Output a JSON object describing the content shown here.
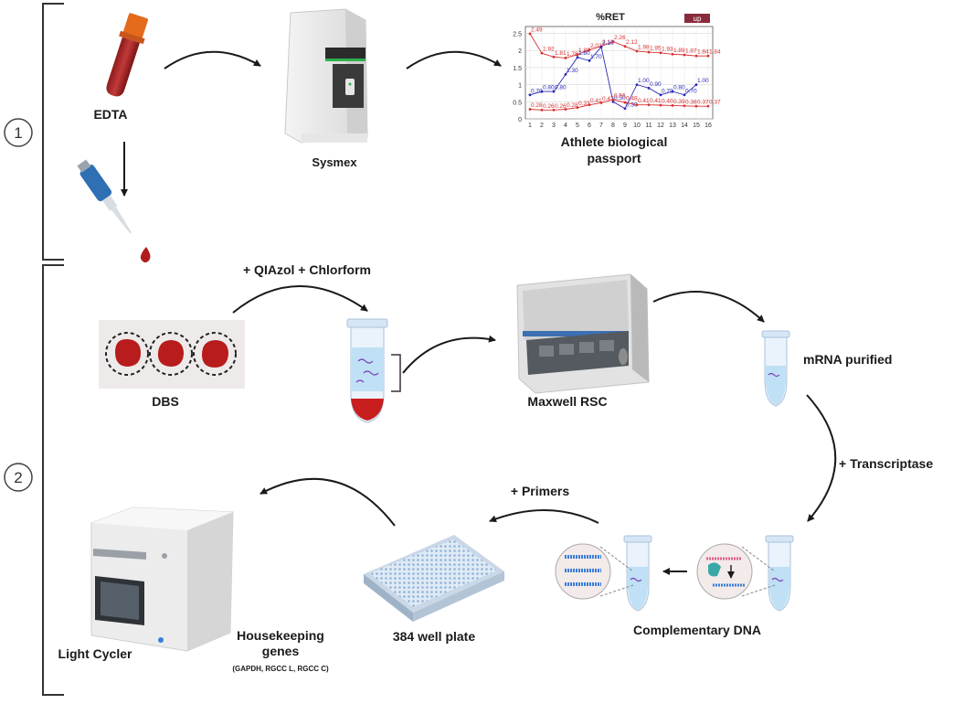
{
  "sections": {
    "one": "1",
    "two": "2"
  },
  "labels": {
    "edta": "EDTA",
    "sysmex": "Sysmex",
    "abp_line1": "Athlete biological",
    "abp_line2": "passport",
    "qiazol": "+ QIAzol + Chlorform",
    "dbs": "DBS",
    "maxwell": "Maxwell RSC",
    "mrna": "mRNA purified",
    "transcriptase": "+ Transcriptase",
    "primers": "+ Primers",
    "cdna": "Complementary DNA",
    "plate": "384 well plate",
    "hk_line1": "Housekeeping",
    "hk_line2": "genes",
    "hk_genes": "(GAPDH, RGCC L, RGCC C)",
    "lightcycler": "Light Cycler"
  },
  "chart_data": {
    "type": "line",
    "title": "%RET",
    "badge": "up",
    "x": [
      1,
      2,
      3,
      4,
      5,
      6,
      7,
      8,
      9,
      10,
      11,
      12,
      13,
      14,
      15,
      16
    ],
    "xticks": [
      "1",
      "2",
      "3",
      "4",
      "5",
      "6",
      "7",
      "8",
      "9",
      "10",
      "11",
      "12",
      "13",
      "14",
      "15",
      "16"
    ],
    "yticks": [
      "0",
      "0.5",
      "1",
      "1.5",
      "2",
      "2.5"
    ],
    "ylim": [
      0,
      2.7
    ],
    "grid": true,
    "series": [
      {
        "color": "#d93030",
        "values": [
          2.49,
          1.92,
          1.81,
          1.78,
          1.88,
          2.02,
          2.12,
          2.26,
          2.12,
          1.98,
          1.95,
          1.93,
          1.89,
          1.87,
          1.84,
          1.84
        ],
        "labels": [
          "2.49",
          "1.92",
          "1.81",
          "1.78",
          "1.88",
          "2.02",
          "2.12",
          "2.26",
          "2.12",
          "1.98",
          "1.95",
          "1.93",
          "1.89",
          "1.87",
          "1.84",
          "1.84"
        ]
      },
      {
        "color": "#2a2ab8",
        "values": [
          0.7,
          0.8,
          0.8,
          1.3,
          1.8,
          1.7,
          2.1,
          0.5,
          0.3,
          1.0,
          0.9,
          0.7,
          0.8,
          0.7,
          1.0,
          null
        ],
        "labels": [
          "0.70",
          "0.80",
          "0.80",
          "1.30",
          "1.80",
          "1.70",
          "2.10",
          "0.50",
          "0.30",
          "1.00",
          "0.90",
          "0.70",
          "0.80",
          "0.70",
          "1.00",
          ""
        ]
      },
      {
        "color": "#d93030",
        "values": [
          0.28,
          0.26,
          0.26,
          0.28,
          0.33,
          0.41,
          0.47,
          0.56,
          0.48,
          0.41,
          0.41,
          0.4,
          0.39,
          0.38,
          0.37,
          0.37
        ],
        "labels": [
          "0.28",
          "0.26",
          "0.26",
          "0.28",
          "0.33",
          "0.41",
          "0.47",
          "0.56",
          "0.48",
          "0.41",
          "0.41",
          "0.40",
          "0.39",
          "0.38",
          "0.37",
          "0.37"
        ]
      }
    ]
  }
}
